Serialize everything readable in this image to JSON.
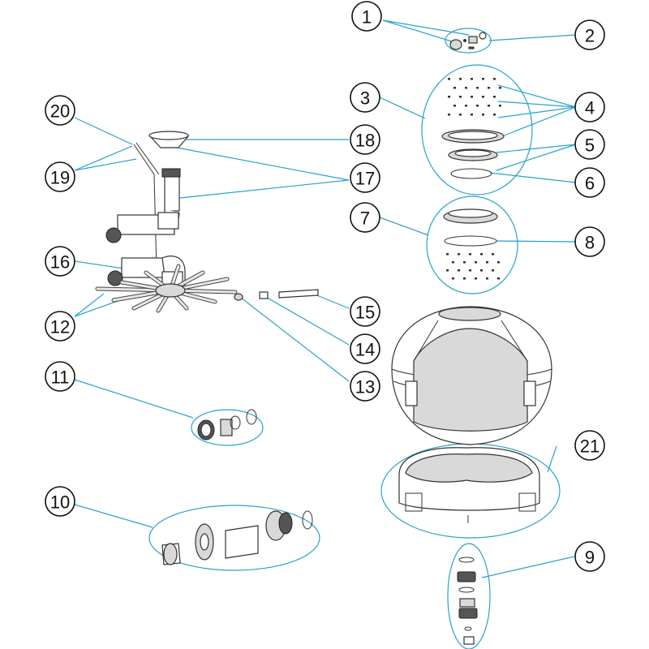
{
  "colors": {
    "leader": "#27a3c9",
    "outline": "#111111",
    "part_fill": "#d9d9d9"
  },
  "callouts": [
    {
      "id": "1",
      "label": "1"
    },
    {
      "id": "2",
      "label": "2"
    },
    {
      "id": "3",
      "label": "3"
    },
    {
      "id": "4",
      "label": "4"
    },
    {
      "id": "5",
      "label": "5"
    },
    {
      "id": "6",
      "label": "6"
    },
    {
      "id": "7",
      "label": "7"
    },
    {
      "id": "8",
      "label": "8"
    },
    {
      "id": "9",
      "label": "9"
    },
    {
      "id": "10",
      "label": "10"
    },
    {
      "id": "11",
      "label": "11"
    },
    {
      "id": "12",
      "label": "12"
    },
    {
      "id": "13",
      "label": "13"
    },
    {
      "id": "14",
      "label": "14"
    },
    {
      "id": "15",
      "label": "15"
    },
    {
      "id": "16",
      "label": "16"
    },
    {
      "id": "17",
      "label": "17"
    },
    {
      "id": "18",
      "label": "18"
    },
    {
      "id": "19",
      "label": "19"
    },
    {
      "id": "20",
      "label": "20"
    },
    {
      "id": "21",
      "label": "21"
    }
  ]
}
